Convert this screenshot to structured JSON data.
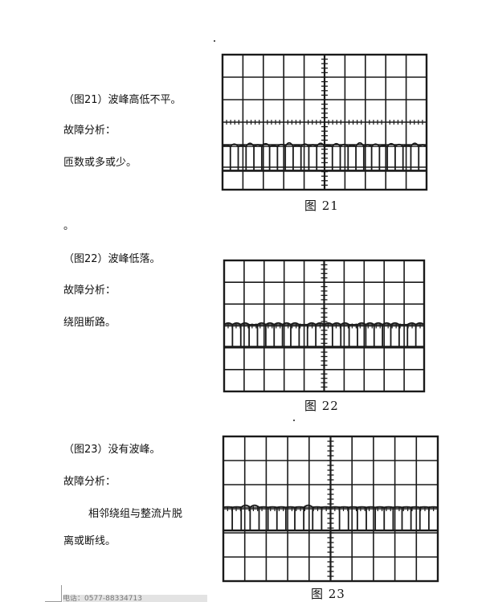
{
  "figures": [
    {
      "heading": "（图21）波峰高低不平。",
      "analysis_label": "故障分析：",
      "analysis_lines": [
        "匝数或多或少。"
      ],
      "caption": "图 21",
      "trailing_mark": "。"
    },
    {
      "heading": "（图22）波峰低落。",
      "analysis_label": "故障分析：",
      "analysis_lines": [
        "绕阻断路。"
      ],
      "caption": "图 22"
    },
    {
      "heading": "（图23）没有波峰。",
      "analysis_label": "故障分析：",
      "analysis_lines": [
        "相邻绕组与整流片脱",
        "离或断线。"
      ],
      "caption": "图 23"
    }
  ],
  "footer": {
    "text": "电话：0577-88334713"
  }
}
